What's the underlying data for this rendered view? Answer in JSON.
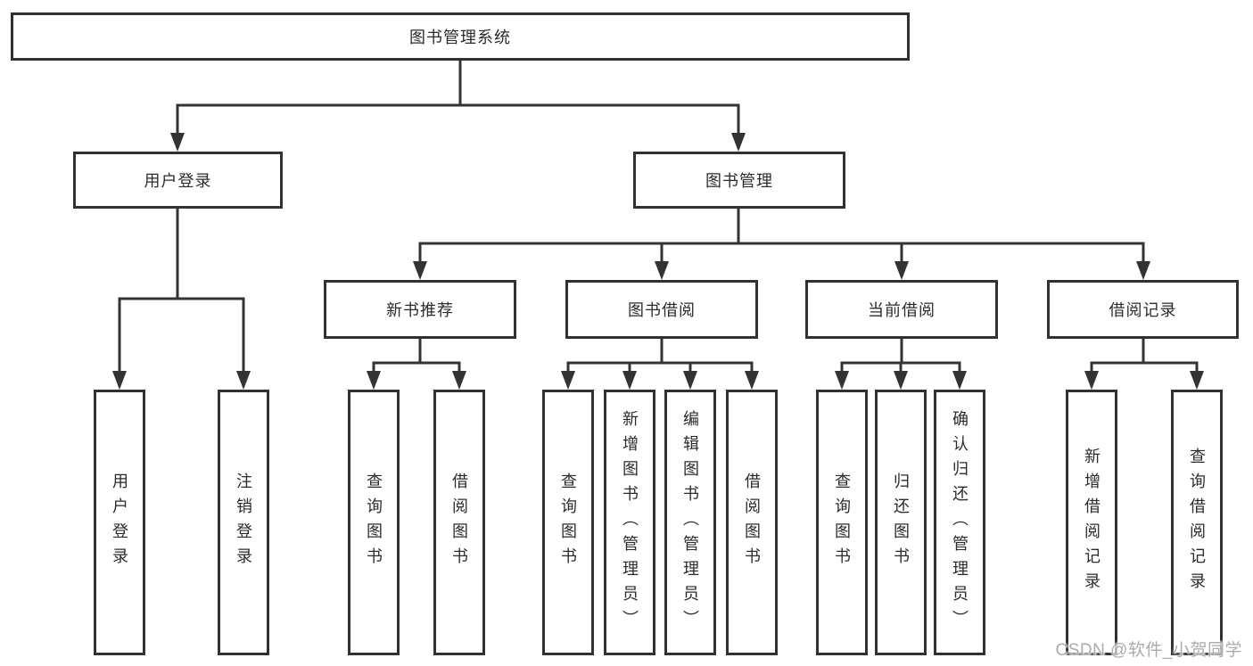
{
  "chart": {
    "root": {
      "label": "图书管理系统",
      "children": [
        {
          "label": "用户登录",
          "children": [
            {
              "label": "用户登录"
            },
            {
              "label": "注销登录"
            }
          ]
        },
        {
          "label": "图书管理",
          "children": [
            {
              "label": "新书推荐",
              "children": [
                {
                  "label": "查询图书"
                },
                {
                  "label": "借阅图书"
                }
              ]
            },
            {
              "label": "图书借阅",
              "children": [
                {
                  "label": "查询图书"
                },
                {
                  "label": "新增图书（管理员）"
                },
                {
                  "label": "编辑图书（管理员）"
                },
                {
                  "label": "借阅图书"
                }
              ]
            },
            {
              "label": "当前借阅",
              "children": [
                {
                  "label": "查询图书"
                },
                {
                  "label": "归还图书"
                },
                {
                  "label": "确认归还（管理员）"
                }
              ]
            },
            {
              "label": "借阅记录",
              "children": [
                {
                  "label": "新增借阅记录"
                },
                {
                  "label": "查询借阅记录"
                }
              ]
            }
          ]
        }
      ]
    }
  },
  "watermark": {
    "text": "CSDN @软件_小贺同学"
  },
  "colors": {
    "line": "#333333",
    "box_border": "#313131",
    "text": "#2b2b2b",
    "watermark": "#ababab",
    "background": "#ffffff"
  }
}
